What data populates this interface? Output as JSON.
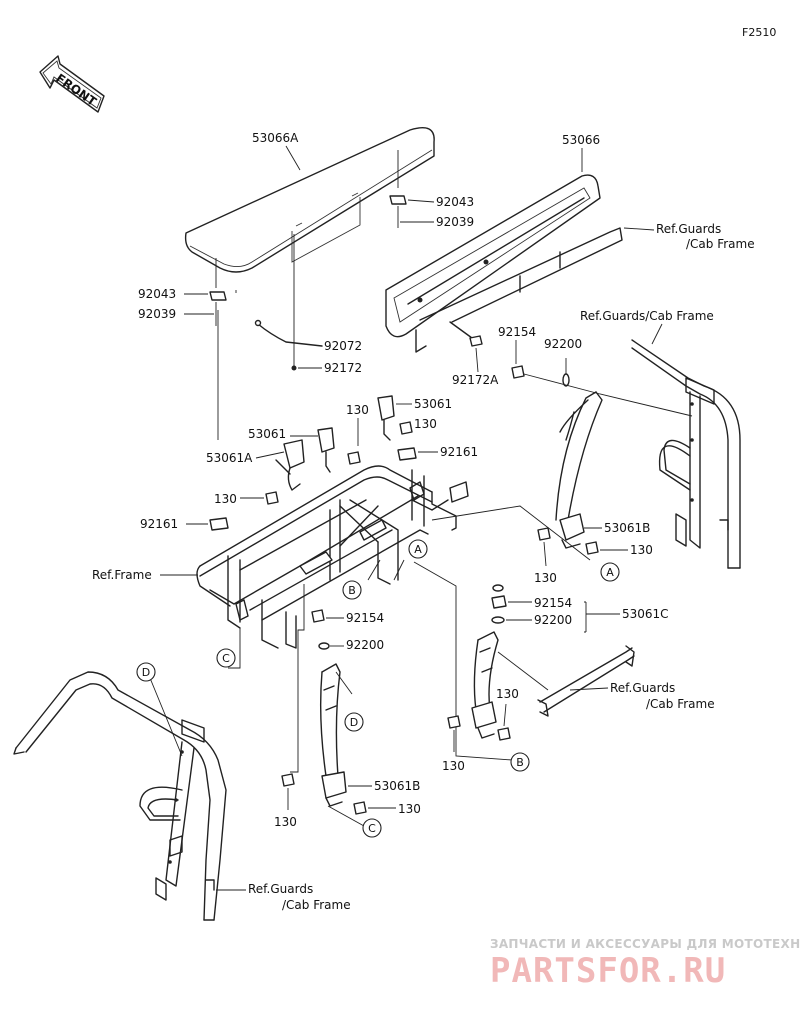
{
  "figure_code": "F2510",
  "front_marker": "FRONT",
  "watermark": {
    "line1": "ЗАПЧАСТИ И АКСЕССУАРЫ ДЛЯ МОТОТЕХНИКИ",
    "line2": "PARTSFOR.RU"
  },
  "labels": {
    "bench_a": "53066A",
    "bench": "53066",
    "bolt_92043_r": "92043",
    "pin_92039_r": "92039",
    "bolt_92043_l": "92043",
    "pin_92039_l": "92039",
    "cable_92072": "92072",
    "clip_92172": "92172",
    "clip_92172a": "92172A",
    "ref_guards_1_a": "Ref.Guards",
    "ref_guards_1_b": "/Cab Frame",
    "ref_guards_2": "Ref.Guards/Cab Frame",
    "nut_92154_top": "92154",
    "washer_92200_top": "92200",
    "buckle_53061_top": "53061",
    "bolt_130_top": "130",
    "buckle_53061": "53061",
    "bolt_130_mid": "130",
    "buckle_53061a": "53061A",
    "bolt_130_left": "130",
    "grommet_92161_l": "92161",
    "grommet_92161_r": "92161",
    "retractor_53061b_r": "53061B",
    "bolt_130_r1": "130",
    "bolt_130_r2": "130",
    "ref_frame": "Ref.Frame",
    "nut_92154_mid": "92154",
    "washer_92200_mid": "92200",
    "nut_92154_c": "92154",
    "washer_92200_c": "92200",
    "belt_53061c": "53061C",
    "ref_guards_3_a": "Ref.Guards",
    "ref_guards_3_b": "/Cab Frame",
    "bolt_130_c1": "130",
    "bolt_130_c2": "130",
    "retractor_53061b_l": "53061B",
    "bolt_130_l1": "130",
    "bolt_130_l2": "130",
    "ref_guards_4_a": "Ref.Guards",
    "ref_guards_4_b": "/Cab Frame"
  },
  "callouts": {
    "a1": "A",
    "a2": "A",
    "b1": "B",
    "b2": "B",
    "c1": "C",
    "c2": "C",
    "d1": "D",
    "d2": "D"
  }
}
